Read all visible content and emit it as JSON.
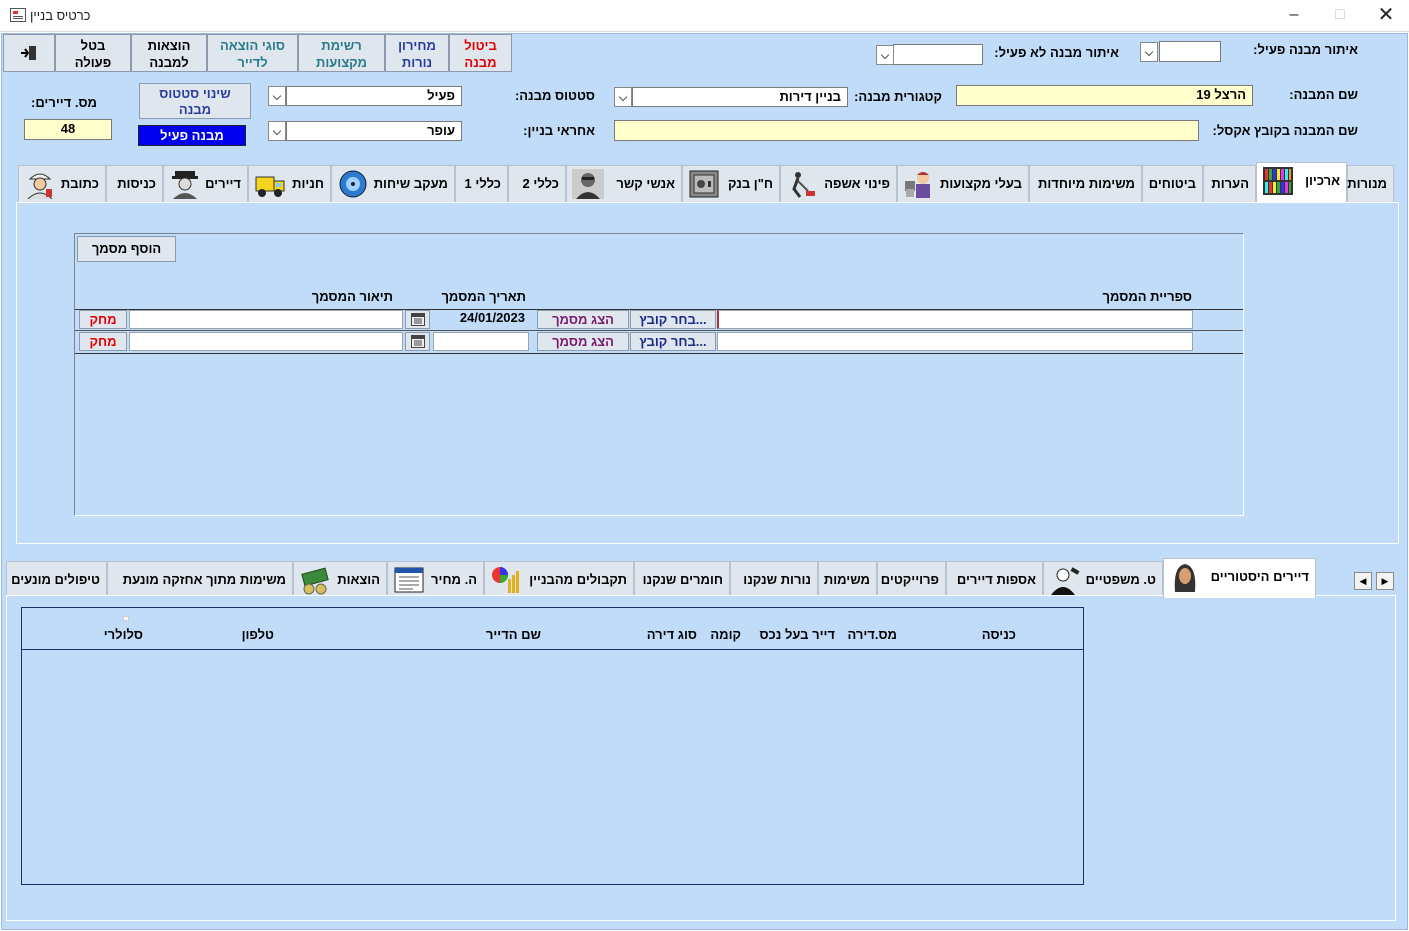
{
  "window": {
    "title": "כרטיס בניין"
  },
  "toolbar": {
    "exit_label": "",
    "cancel_label": "בטל\nפעולה",
    "building_expenses_label": "הוצאות\nלמבנה",
    "expense_types_label": "סוגי הוצאה\nלדייר",
    "trades_list_label": "רשימת\nמקצועות",
    "lamp_prices_label": "מחירון\nנורות",
    "cancel_building_label": "ביטול\nמבנה"
  },
  "filters": {
    "active_label": "איתור מבנה פעיל:",
    "active_value": "",
    "inactive_label": "איתור מבנה לא פעיל:",
    "inactive_value": ""
  },
  "building": {
    "name_label": "שם המבנה:",
    "name_value": "הרצל 19",
    "category_label": "קטגורית מבנה:",
    "category_value": "בניין דירות",
    "status_label": "סטטוס מבנה:",
    "status_value": "פעיל",
    "excel_name_label": "שם המבנה בקובץ אקסל:",
    "excel_name_value": "",
    "manager_label": "אחראי בניין:",
    "manager_value": "עופר",
    "change_status_label": "שינוי סטטוס\nמבנה",
    "active_badge": "מבנה פעיל",
    "tenants_count_label": "מס. דיירים:",
    "tenants_count_value": "48"
  },
  "top_tabs": [
    "מנורות",
    "ארכיון",
    "הערות",
    "ביטוחים",
    "משימות מיוחדות",
    "בעלי מקצועות",
    "פינוי אשפה",
    "ח\"ן בנק",
    "אנשי קשר",
    "כללי 2",
    "כללי 1",
    "מעקב שיחות",
    "חניות",
    "דיירים",
    "כניסות",
    "כתובת"
  ],
  "archive": {
    "add_doc_label": "הוסף  מסמך",
    "col_library": "ספריית המסמך",
    "col_date": "תאריך המסמך",
    "col_desc": "תיאור המסמך",
    "choose_file_label": "בחר קובץ...",
    "show_doc_label": "הצג מסמך",
    "delete_label": "מחק",
    "rows": [
      {
        "library": "",
        "date": "24/01/2023",
        "description": ""
      },
      {
        "library": "",
        "date": "",
        "description": ""
      }
    ]
  },
  "bottom_tabs": [
    "דיירים היסטוריים",
    "ט. משפטיים",
    "אספות דיירים",
    "פרוייקטים",
    "משימות",
    "נורות שנקנו",
    "חומרים שנקנו",
    "תקבולים מהבניין",
    "ה. מחיר",
    "הוצאות",
    "משימות מתוך אחזקה  מונעת",
    "טיפולים מונעים"
  ],
  "history_grid": {
    "columns": [
      "כניסה",
      "מס.דירה",
      "דייר בעל נכס",
      "קומה",
      "סוג דירה",
      "שם הדייר",
      "טלפון",
      "סלולרי"
    ]
  }
}
